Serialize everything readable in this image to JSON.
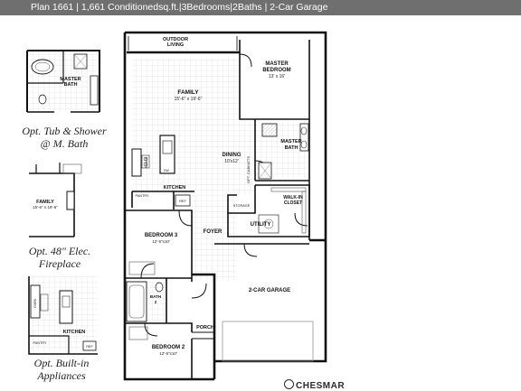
{
  "header": {
    "title": "Plan 1661 | 1,661 Conditionedsq.ft.|3Bedrooms|2Baths | 2-Car Garage"
  },
  "rooms": {
    "outdoor_living": [
      "OUTDOOR",
      "LIVING"
    ],
    "master_bedroom": [
      "MASTER",
      "BEDROOM"
    ],
    "master_bedroom_size": "13' x 16'",
    "family": "FAMILY",
    "family_size": "15'-6\" x 19'-6\"",
    "dining": "DINING",
    "dining_size": "10'x12'",
    "master_bath": [
      "MASTER",
      "BATH"
    ],
    "walk_in_closet": [
      "WALK-IN",
      "CLOSET"
    ],
    "kitchen": "KITCHEN",
    "pantry": "PANTRY",
    "ref": "REF",
    "storage": "STORAGE",
    "utility": "UTILITY",
    "bedroom3": "BEDROOM 3",
    "bedroom3_size": "12'-6\"x10'",
    "foyer": "FOYER",
    "bath2": [
      "BATH",
      "2"
    ],
    "garage": "2-CAR GARAGE",
    "porch": "PORCH",
    "bedroom2": "BEDROOM 2",
    "bedroom2_size": "12'-6\"x10'",
    "opt_cabinets": "OPT. CABINETS",
    "range": "RANGE",
    "dw": "DW"
  },
  "options": {
    "tub_shower_room": [
      "MASTER",
      "BATH"
    ],
    "fireplace_family": "FAMILY",
    "fireplace_family_size": "15'-6\" x 19'-6\"",
    "builtin_kitchen": "KITCHEN",
    "builtin_pantry": "PANTRY",
    "builtin_ref": "REF",
    "builtin_oven": "OVEN"
  },
  "captions": {
    "opt_tub": [
      "Opt. Tub & Shower",
      "@ M. Bath"
    ],
    "opt_fireplace": [
      "Opt. 48\" Elec.",
      "Fireplace"
    ],
    "opt_builtin": [
      "Opt. Built-in",
      "Appliances"
    ]
  },
  "logo": "CHESMAR"
}
